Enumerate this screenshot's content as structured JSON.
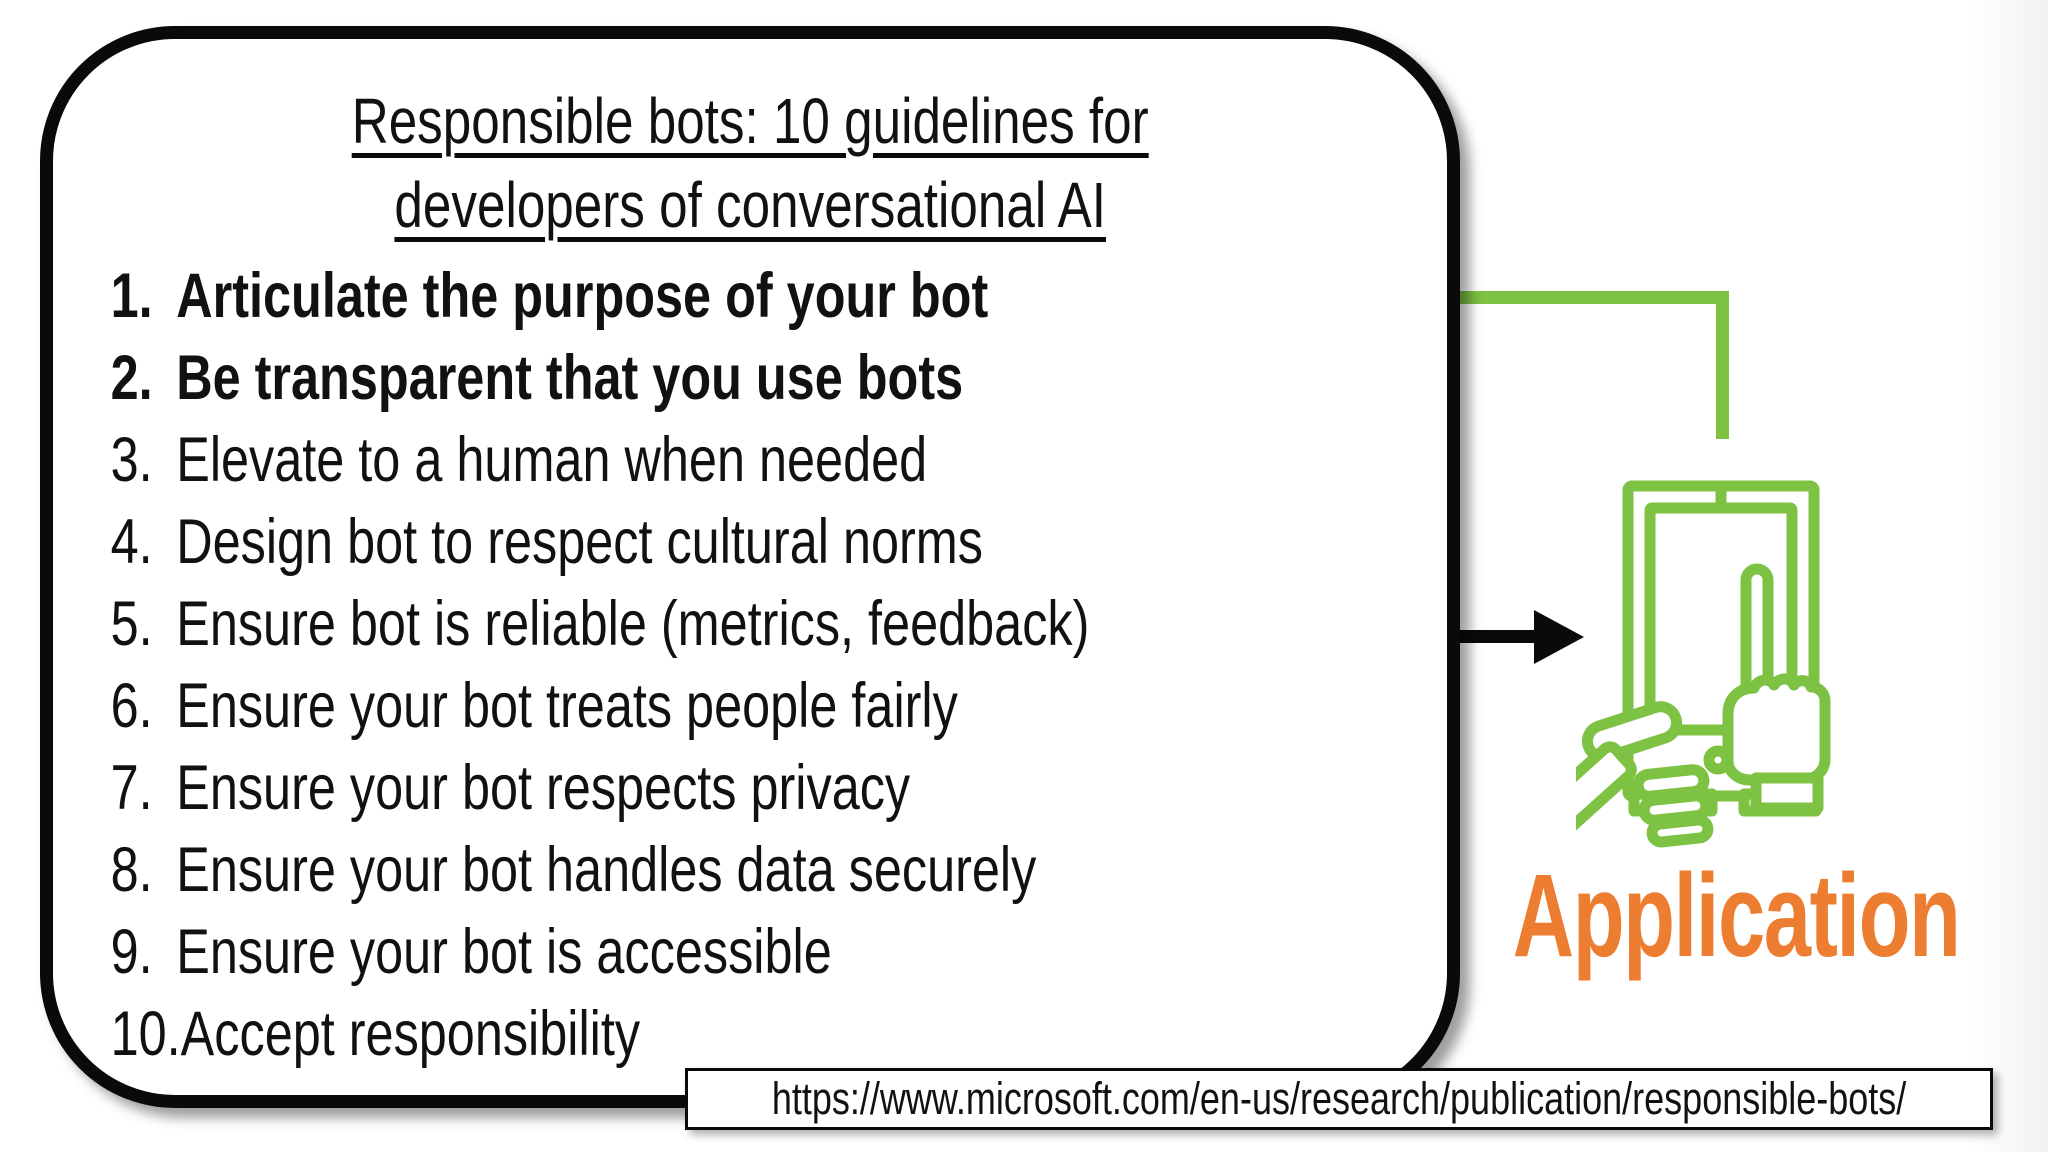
{
  "colors": {
    "green": "#7DC242",
    "orange": "#ED7D31",
    "ink": "#0A0A0A",
    "background": "#FFFFFF"
  },
  "card": {
    "title_line1": "Responsible bots: 10 guidelines for",
    "title_line2": "developers of conversational AI",
    "guidelines": [
      {
        "num": "1.",
        "text": "Articulate the purpose of your bot"
      },
      {
        "num": "2.",
        "text": "Be transparent that you use bots"
      },
      {
        "num": "3.",
        "text": "Elevate to a human when needed"
      },
      {
        "num": "4.",
        "text": "Design bot to respect cultural norms"
      },
      {
        "num": "5.",
        "text": "Ensure bot is reliable (metrics, feedback)"
      },
      {
        "num": "6.",
        "text": "Ensure your bot treats people fairly"
      },
      {
        "num": "7.",
        "text": "Ensure your bot respects privacy"
      },
      {
        "num": "8.",
        "text": "Ensure your bot handles data securely"
      },
      {
        "num": "9.",
        "text": "Ensure your bot is accessible"
      },
      {
        "num": "10.",
        "text": "Accept responsibility"
      }
    ]
  },
  "diagram": {
    "application_label": "Application",
    "icon": "hand-touching-tablet"
  },
  "footer": {
    "url": "https://www.microsoft.com/en-us/research/publication/responsible-bots/"
  }
}
